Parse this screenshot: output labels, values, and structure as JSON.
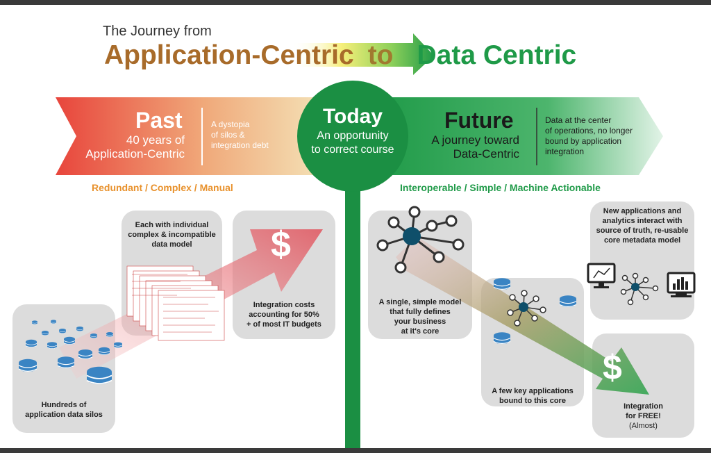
{
  "title": {
    "prefix": "The Journey from",
    "from": "Application-Centric",
    "connector": "to",
    "to": "Data Centric"
  },
  "band": {
    "past": {
      "heading": "Past",
      "subtitle_line1": "40 years of",
      "subtitle_line2": "Application-Centric",
      "note": [
        "A dystopia",
        "of silos &",
        "integration debt"
      ]
    },
    "today": {
      "heading": "Today",
      "line1": "An opportunity",
      "line2": "to correct course"
    },
    "future": {
      "heading": "Future",
      "subtitle_line1": "A journey toward",
      "subtitle_line2": "Data-Centric",
      "note": [
        "Data at the center",
        "of operations, no longer",
        "bound by application",
        "integration"
      ]
    }
  },
  "left_tagline": "Redundant / Complex / Manual",
  "right_tagline": "Interoperable / Simple / Machine Actionable",
  "left_boxes": {
    "silos": [
      "Hundreds of",
      "application data silos"
    ],
    "data_models": [
      "Each with individual",
      "complex & incompatible",
      "data model"
    ],
    "costs": [
      "Integration costs",
      "accounting for 50%",
      "+ of most IT budgets"
    ]
  },
  "right_boxes": {
    "model": [
      "A single, simple model",
      "that fully defines",
      "your business",
      "at it's core"
    ],
    "apps": [
      "A few key applications",
      "bound to this core"
    ],
    "analytics": [
      "New applications and",
      "analytics interact with",
      "source of truth, re-usable",
      "core metadata model"
    ],
    "free_line1": "Integration",
    "free_line2": "for FREE!",
    "free_line3": "(Almost)"
  },
  "dollar_symbol": "$",
  "colors": {
    "past_red": "#e8524a",
    "future_green": "#1f9a48",
    "today_green": "#1b8f43",
    "orange": "#e8912c",
    "title_brown": "#a86b2a",
    "node_dark": "#0f4f6a",
    "db_blue": "#3a84c3"
  },
  "icons": [
    "database-icon",
    "dollar-icon",
    "network-node-icon",
    "monitor-icon",
    "bar-chart-icon"
  ]
}
